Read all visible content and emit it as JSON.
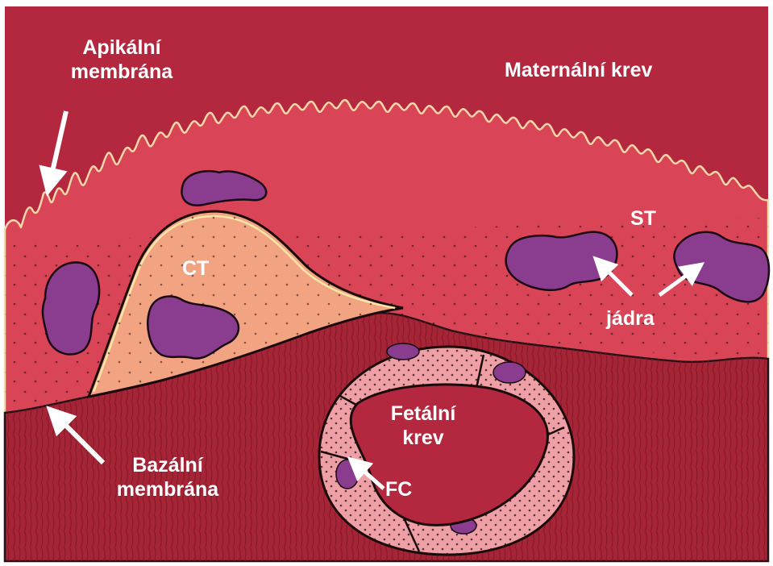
{
  "labels": {
    "apical_membrane": [
      "Apikální",
      "membrána"
    ],
    "maternal_blood": "Maternální krev",
    "syncytiotrophoblast": "ST",
    "cytotrophoblast": "CT",
    "nuclei": "jádra",
    "fetal_blood": [
      "Fetální",
      "krev"
    ],
    "fetal_capillary": "FC",
    "basal_membrane": [
      "Bazální",
      "membrána"
    ]
  },
  "colors": {
    "maternal_blood": "#b3283f",
    "syncytiotrophoblast": "#d94456",
    "cytotrophoblast": "#f2a482",
    "nucleus": "#8a3c8e",
    "stroma": "#a52436",
    "capillary_wall": "#efa0a6",
    "fetal_blood": "#b3283f",
    "label_text": "#ffffff"
  }
}
